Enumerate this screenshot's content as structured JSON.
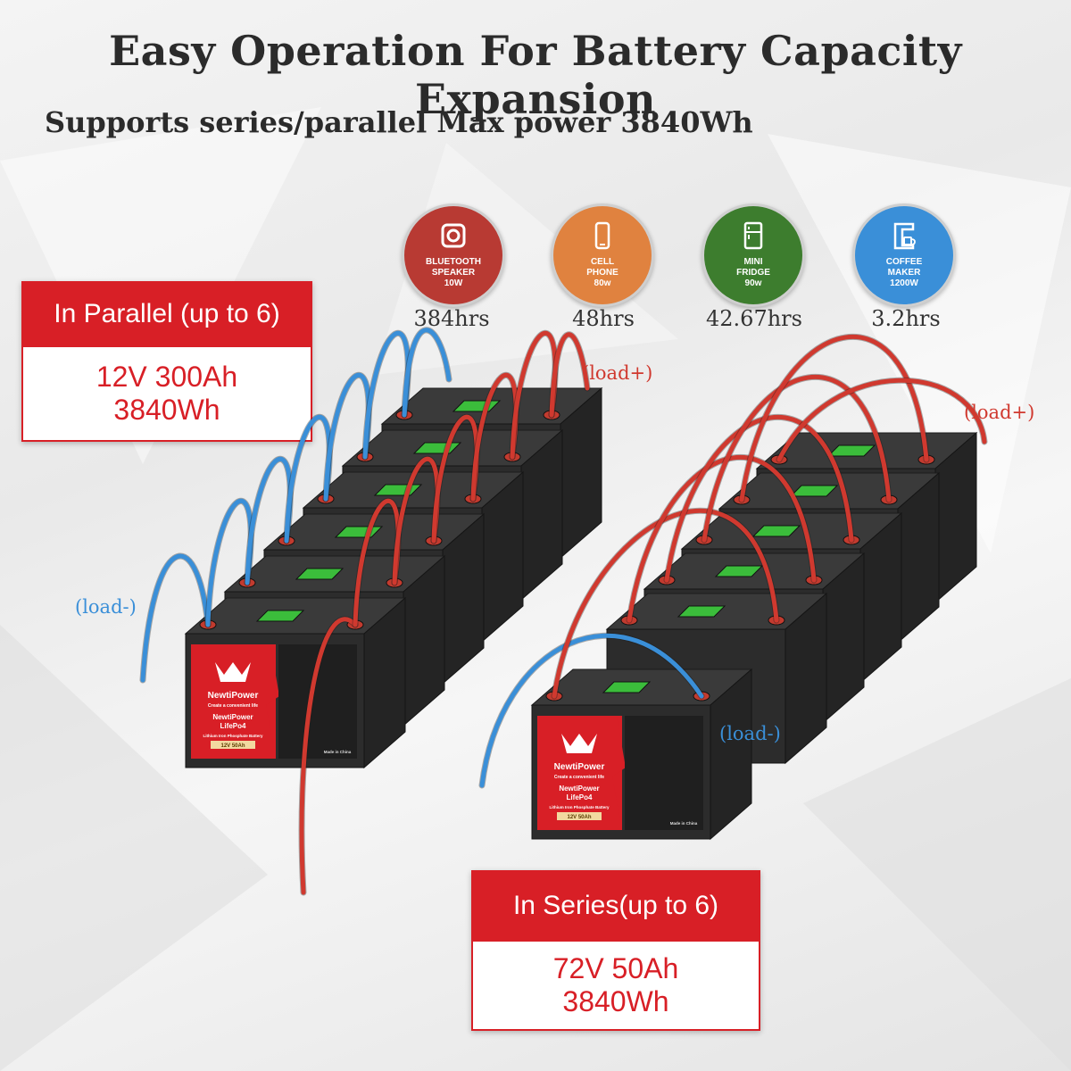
{
  "title": "Easy Operation For Battery Capacity Expansion",
  "subtitle": "Supports series/parallel Max power 3840Wh",
  "devices": [
    {
      "name": "BLUETOOTH\nSPEAKER",
      "power": "10W",
      "runtime": "384hrs",
      "color": "#b83a33",
      "icon": "speaker-icon"
    },
    {
      "name": "CELL\nPHONE",
      "power": "80w",
      "runtime": "48hrs",
      "color": "#e0823f",
      "icon": "phone-icon"
    },
    {
      "name": "MINI\nFRIDGE",
      "power": "90w",
      "runtime": "42.67hrs",
      "color": "#3d7d2e",
      "icon": "fridge-icon"
    },
    {
      "name": "COFFEE\nMAKER",
      "power": "1200W",
      "runtime": "3.2hrs",
      "color": "#3a8fd8",
      "icon": "coffee-maker-icon"
    }
  ],
  "parallel": {
    "heading": "In Parallel (up to 6)",
    "voltage": "12V 300Ah",
    "energy": "3840Wh"
  },
  "series": {
    "heading": "In Series(up to 6)",
    "voltage": "72V 50Ah",
    "energy": "3840Wh"
  },
  "labels": {
    "load_minus": "(load-)",
    "load_plus": "(load+)"
  },
  "battery": {
    "brand": "NewtiPower",
    "tagline": "Create a convenient life",
    "model": "NewtiPower\nLifePo4",
    "chem": "Lithium Iron Phosphate Battery",
    "spec": "12V  50Ah",
    "origin": "Made in China"
  },
  "colors": {
    "accent_red": "#d81f26",
    "wire_red": "#d0392f",
    "wire_blue": "#3a8fd8",
    "battery_body": "#2c2c2c"
  }
}
